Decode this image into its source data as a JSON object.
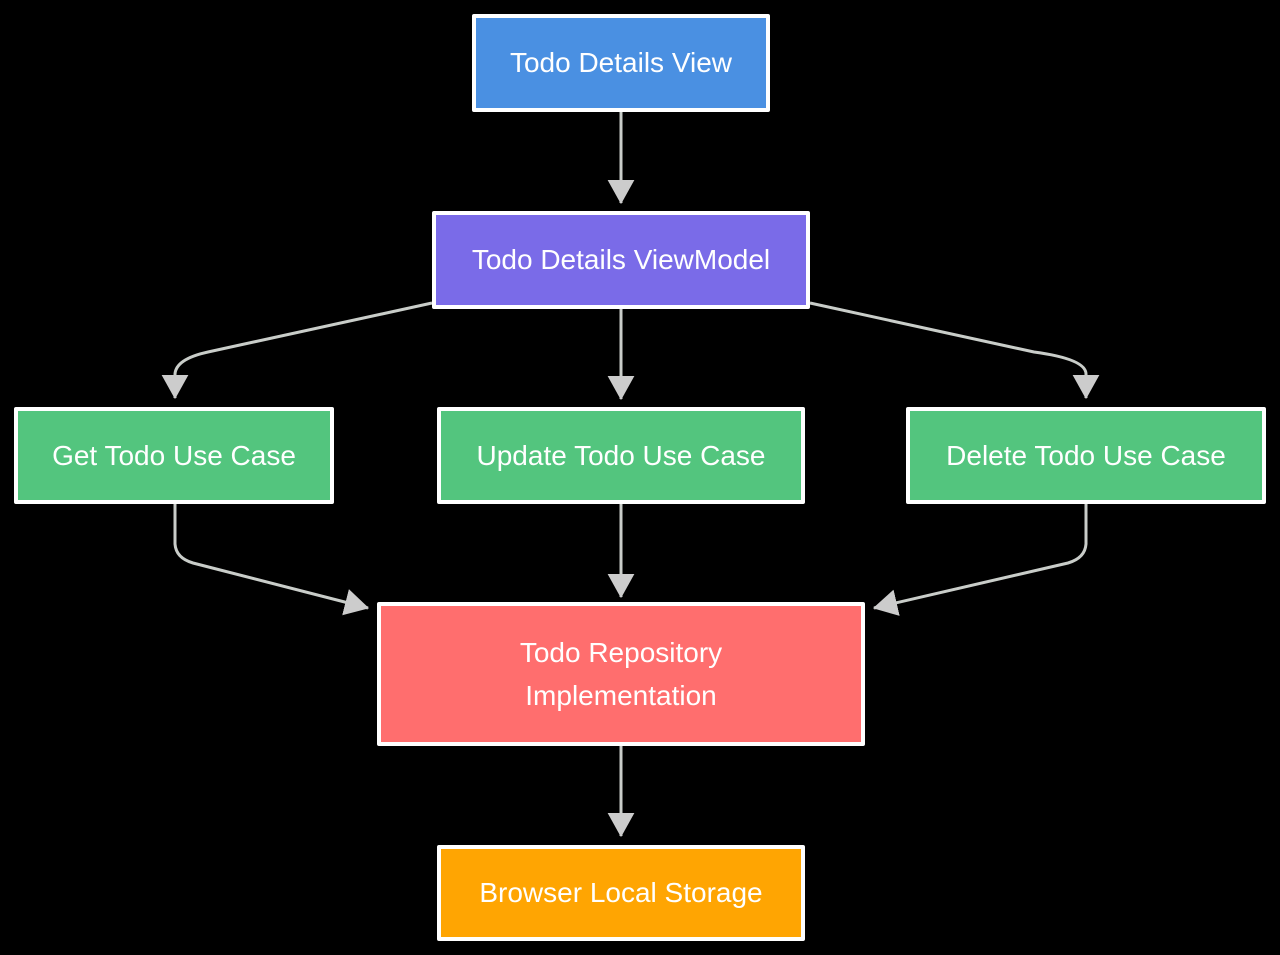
{
  "diagram": {
    "background_color": "#000000",
    "node_border_color": "#ffffff",
    "node_text_color": "#ffffff",
    "edge_color": "#c9cdc9",
    "arrowhead_color": "#cccccc",
    "nodes": [
      {
        "id": "todo-details-view",
        "label": "Todo Details View",
        "color": "#4a90e2"
      },
      {
        "id": "todo-details-viewmodel",
        "label": "Todo Details ViewModel",
        "color": "#7a6be8"
      },
      {
        "id": "get-todo-use-case",
        "label": "Get Todo Use Case",
        "color": "#53c57e"
      },
      {
        "id": "update-todo-use-case",
        "label": "Update Todo Use Case",
        "color": "#53c57e"
      },
      {
        "id": "delete-todo-use-case",
        "label": "Delete Todo Use Case",
        "color": "#53c57e"
      },
      {
        "id": "todo-repository-implementation",
        "lines": [
          "Todo Repository",
          "Implementation"
        ],
        "color": "#ff6e6e"
      },
      {
        "id": "browser-local-storage",
        "label": "Browser Local Storage",
        "color": "#ffa502"
      }
    ],
    "edges": [
      {
        "from": "todo-details-view",
        "to": "todo-details-viewmodel"
      },
      {
        "from": "todo-details-viewmodel",
        "to": "get-todo-use-case"
      },
      {
        "from": "todo-details-viewmodel",
        "to": "update-todo-use-case"
      },
      {
        "from": "todo-details-viewmodel",
        "to": "delete-todo-use-case"
      },
      {
        "from": "get-todo-use-case",
        "to": "todo-repository-implementation"
      },
      {
        "from": "update-todo-use-case",
        "to": "todo-repository-implementation"
      },
      {
        "from": "delete-todo-use-case",
        "to": "todo-repository-implementation"
      },
      {
        "from": "todo-repository-implementation",
        "to": "browser-local-storage"
      }
    ]
  }
}
